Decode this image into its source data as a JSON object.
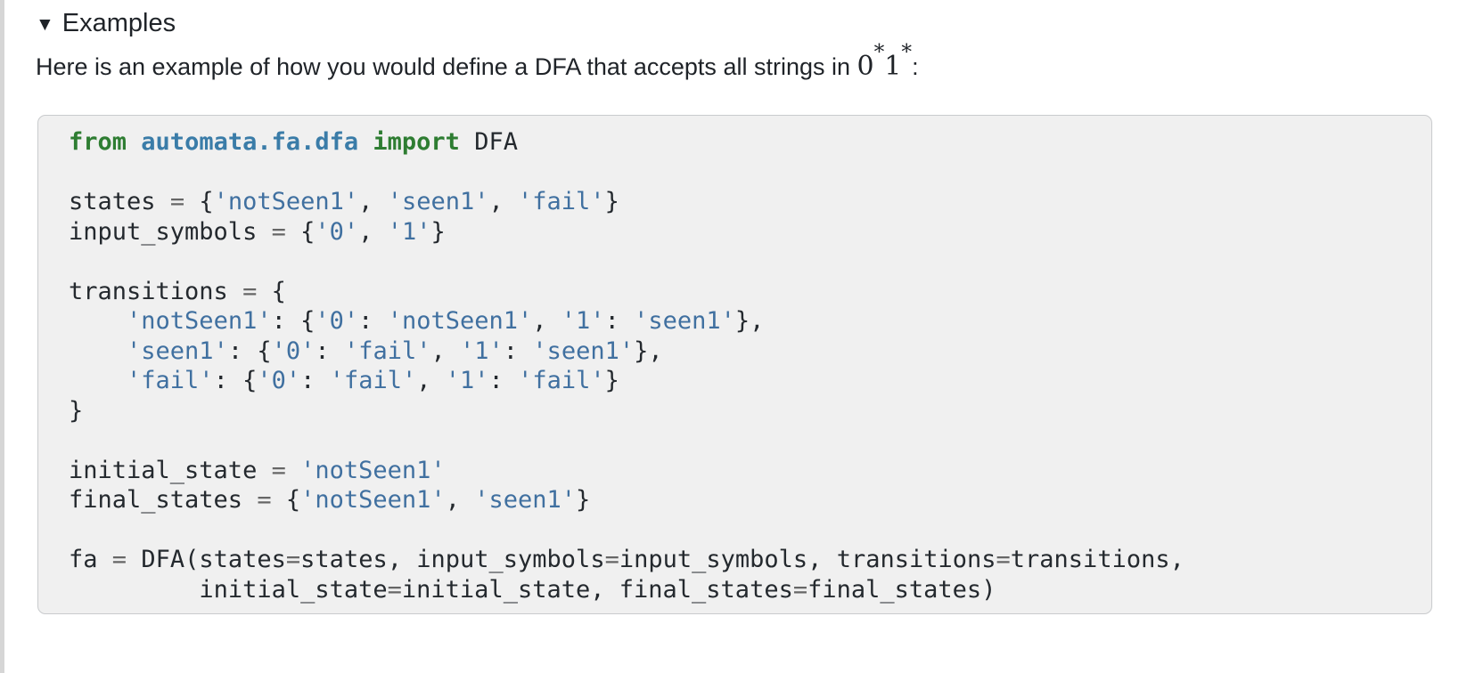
{
  "colors": {
    "text": "#1f2328",
    "left-border": "#d6d6d6",
    "code-bg": "#f0f0f0",
    "code-border": "#c9cbcd",
    "code-text": "#24292e"
  },
  "details": {
    "disclosure_icon": "▼",
    "summary_label": "Examples"
  },
  "intro": {
    "text_before_math": "Here is an example of how you would define a DFA that accepts all strings in ",
    "math": {
      "base1": "0",
      "sup1": "*",
      "base2": "1",
      "sup2": "*"
    },
    "text_after_math": ":"
  },
  "code_block": {
    "language": "python",
    "syntax_colors": {
      "keyword": "#2e7d32",
      "namespace": "#3a7ca8",
      "string": "#4070a0",
      "operator": "#666666"
    },
    "lines": [
      [
        [
          "k",
          "from"
        ],
        [
          "w",
          " "
        ],
        [
          "nn",
          "automata.fa.dfa"
        ],
        [
          "w",
          " "
        ],
        [
          "k",
          "import"
        ],
        [
          "w",
          " "
        ],
        [
          "n",
          "DFA"
        ]
      ],
      [],
      [
        [
          "n",
          "states"
        ],
        [
          "w",
          " "
        ],
        [
          "o",
          "="
        ],
        [
          "w",
          " "
        ],
        [
          "p",
          "{"
        ],
        [
          "s",
          "'notSeen1'"
        ],
        [
          "p",
          ","
        ],
        [
          "w",
          " "
        ],
        [
          "s",
          "'seen1'"
        ],
        [
          "p",
          ","
        ],
        [
          "w",
          " "
        ],
        [
          "s",
          "'fail'"
        ],
        [
          "p",
          "}"
        ]
      ],
      [
        [
          "n",
          "input_symbols"
        ],
        [
          "w",
          " "
        ],
        [
          "o",
          "="
        ],
        [
          "w",
          " "
        ],
        [
          "p",
          "{"
        ],
        [
          "s",
          "'0'"
        ],
        [
          "p",
          ","
        ],
        [
          "w",
          " "
        ],
        [
          "s",
          "'1'"
        ],
        [
          "p",
          "}"
        ]
      ],
      [],
      [
        [
          "n",
          "transitions"
        ],
        [
          "w",
          " "
        ],
        [
          "o",
          "="
        ],
        [
          "w",
          " "
        ],
        [
          "p",
          "{"
        ]
      ],
      [
        [
          "w",
          "    "
        ],
        [
          "s",
          "'notSeen1'"
        ],
        [
          "p",
          ":"
        ],
        [
          "w",
          " "
        ],
        [
          "p",
          "{"
        ],
        [
          "s",
          "'0'"
        ],
        [
          "p",
          ":"
        ],
        [
          "w",
          " "
        ],
        [
          "s",
          "'notSeen1'"
        ],
        [
          "p",
          ","
        ],
        [
          "w",
          " "
        ],
        [
          "s",
          "'1'"
        ],
        [
          "p",
          ":"
        ],
        [
          "w",
          " "
        ],
        [
          "s",
          "'seen1'"
        ],
        [
          "p",
          "},"
        ]
      ],
      [
        [
          "w",
          "    "
        ],
        [
          "s",
          "'seen1'"
        ],
        [
          "p",
          ":"
        ],
        [
          "w",
          " "
        ],
        [
          "p",
          "{"
        ],
        [
          "s",
          "'0'"
        ],
        [
          "p",
          ":"
        ],
        [
          "w",
          " "
        ],
        [
          "s",
          "'fail'"
        ],
        [
          "p",
          ","
        ],
        [
          "w",
          " "
        ],
        [
          "s",
          "'1'"
        ],
        [
          "p",
          ":"
        ],
        [
          "w",
          " "
        ],
        [
          "s",
          "'seen1'"
        ],
        [
          "p",
          "},"
        ]
      ],
      [
        [
          "w",
          "    "
        ],
        [
          "s",
          "'fail'"
        ],
        [
          "p",
          ":"
        ],
        [
          "w",
          " "
        ],
        [
          "p",
          "{"
        ],
        [
          "s",
          "'0'"
        ],
        [
          "p",
          ":"
        ],
        [
          "w",
          " "
        ],
        [
          "s",
          "'fail'"
        ],
        [
          "p",
          ","
        ],
        [
          "w",
          " "
        ],
        [
          "s",
          "'1'"
        ],
        [
          "p",
          ":"
        ],
        [
          "w",
          " "
        ],
        [
          "s",
          "'fail'"
        ],
        [
          "p",
          "}"
        ]
      ],
      [
        [
          "p",
          "}"
        ]
      ],
      [],
      [
        [
          "n",
          "initial_state"
        ],
        [
          "w",
          " "
        ],
        [
          "o",
          "="
        ],
        [
          "w",
          " "
        ],
        [
          "s",
          "'notSeen1'"
        ]
      ],
      [
        [
          "n",
          "final_states"
        ],
        [
          "w",
          " "
        ],
        [
          "o",
          "="
        ],
        [
          "w",
          " "
        ],
        [
          "p",
          "{"
        ],
        [
          "s",
          "'notSeen1'"
        ],
        [
          "p",
          ","
        ],
        [
          "w",
          " "
        ],
        [
          "s",
          "'seen1'"
        ],
        [
          "p",
          "}"
        ]
      ],
      [],
      [
        [
          "n",
          "fa"
        ],
        [
          "w",
          " "
        ],
        [
          "o",
          "="
        ],
        [
          "w",
          " "
        ],
        [
          "n",
          "DFA"
        ],
        [
          "p",
          "("
        ],
        [
          "n",
          "states"
        ],
        [
          "o",
          "="
        ],
        [
          "n",
          "states"
        ],
        [
          "p",
          ","
        ],
        [
          "w",
          " "
        ],
        [
          "n",
          "input_symbols"
        ],
        [
          "o",
          "="
        ],
        [
          "n",
          "input_symbols"
        ],
        [
          "p",
          ","
        ],
        [
          "w",
          " "
        ],
        [
          "n",
          "transitions"
        ],
        [
          "o",
          "="
        ],
        [
          "n",
          "transitions"
        ],
        [
          "p",
          ","
        ]
      ],
      [
        [
          "w",
          "         "
        ],
        [
          "n",
          "initial_state"
        ],
        [
          "o",
          "="
        ],
        [
          "n",
          "initial_state"
        ],
        [
          "p",
          ","
        ],
        [
          "w",
          " "
        ],
        [
          "n",
          "final_states"
        ],
        [
          "o",
          "="
        ],
        [
          "n",
          "final_states"
        ],
        [
          "p",
          ")"
        ]
      ]
    ]
  }
}
